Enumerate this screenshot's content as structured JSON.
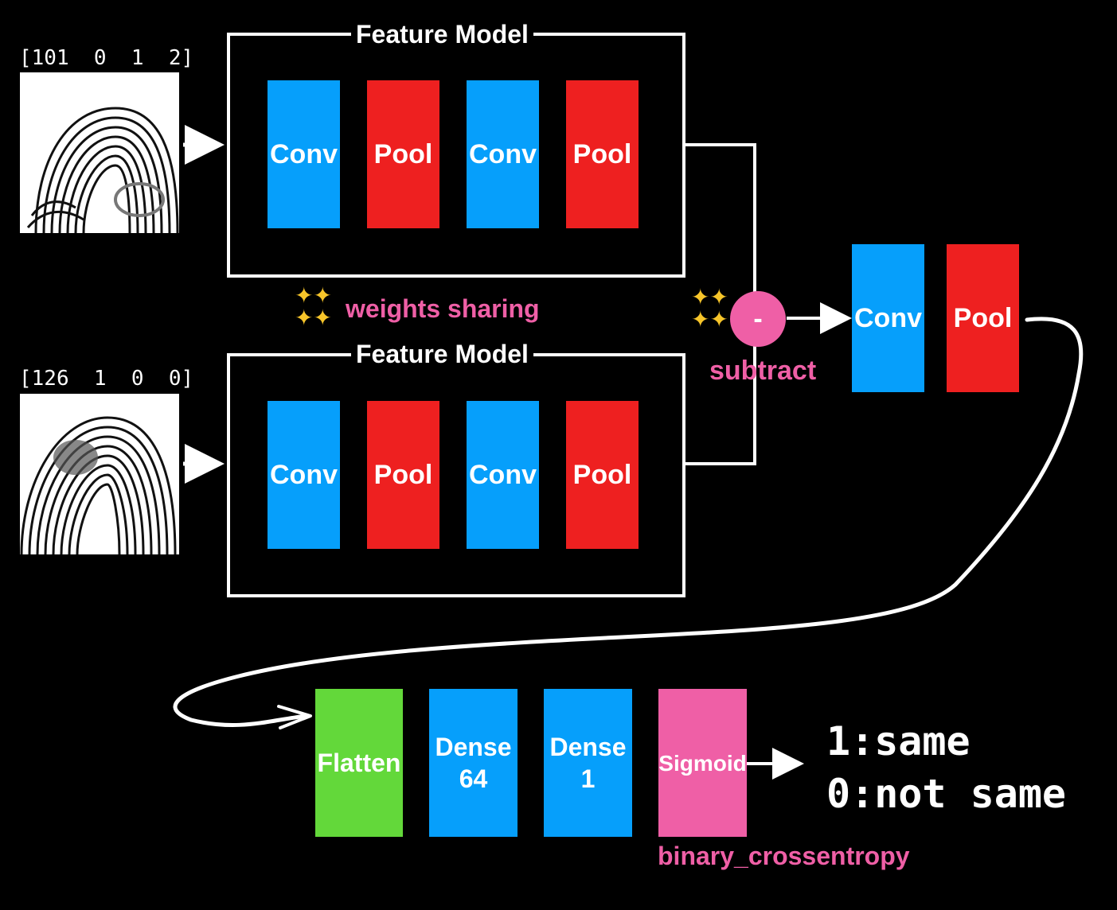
{
  "inputs": {
    "top_label": "[101  0  1  2]",
    "bottom_label": "[126  1  0  0]"
  },
  "feature_model": {
    "title_top": "Feature Model",
    "title_bottom": "Feature Model",
    "layers": [
      "Conv",
      "Pool",
      "Conv",
      "Pool"
    ]
  },
  "weights_sharing": "weights sharing",
  "subtract": {
    "symbol": "-",
    "label": "subtract"
  },
  "head": {
    "conv": "Conv",
    "pool": "Pool"
  },
  "classifier": {
    "flatten": "Flatten",
    "dense64_line1": "Dense",
    "dense64_line2": "64",
    "dense1_line1": "Dense",
    "dense1_line2": "1",
    "sigmoid": "Sigmoid",
    "loss": "binary_crossentropy"
  },
  "output": {
    "same": "1:same",
    "not_same": "0:not same"
  },
  "colors": {
    "conv": "#069ffb",
    "pool": "#ee2020",
    "flatten": "#63d83a",
    "sigmoid": "#ef5fa6",
    "accent_pink": "#ef5fa6",
    "background": "#000000",
    "line": "#ffffff"
  },
  "icons": [
    "sparkles-icon",
    "arrow-right-icon",
    "fingerprint-image"
  ]
}
